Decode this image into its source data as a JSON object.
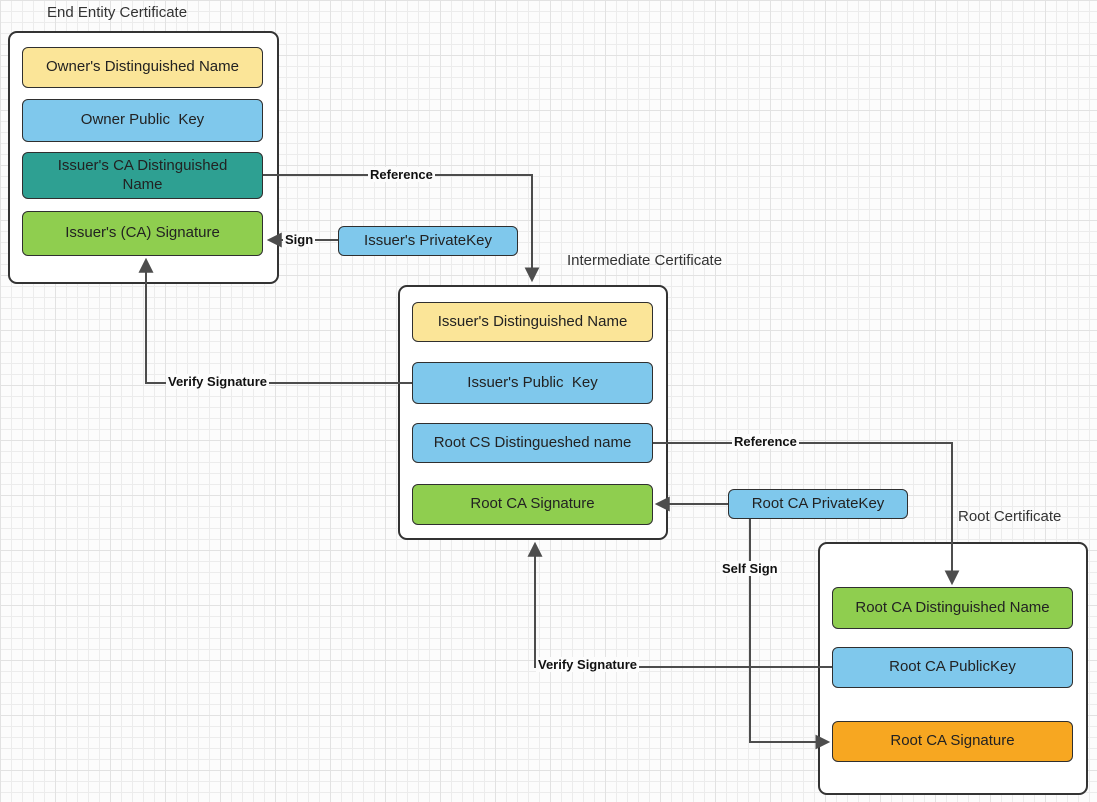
{
  "diagram": {
    "groups": [
      {
        "title": "End Entity Certificate",
        "boxes": [
          {
            "label": "Owner's Distinguished Name",
            "color": "#FBE598"
          },
          {
            "label": "Owner Public  Key",
            "color": "#7FC8EC"
          },
          {
            "label": "Issuer's CA Distinguished Name",
            "color": "#2EA092"
          },
          {
            "label": "Issuer's (CA) Signature",
            "color": "#8FCE4F"
          }
        ]
      },
      {
        "title": "Intermediate Certificate",
        "boxes": [
          {
            "label": "Issuer's Distinguished Name",
            "color": "#FBE598"
          },
          {
            "label": "Issuer's Public  Key",
            "color": "#7FC8EC"
          },
          {
            "label": "Root CS Distingueshed name",
            "color": "#7FC8EC"
          },
          {
            "label": "Root CA Signature",
            "color": "#8FCE4F"
          }
        ]
      },
      {
        "title": "Root Certificate",
        "boxes": [
          {
            "label": "Root CA Distinguished Name",
            "color": "#8FCE4F"
          },
          {
            "label": "Root CA PublicKey",
            "color": "#7FC8EC"
          },
          {
            "label": "Root CA Signature",
            "color": "#F7A721"
          }
        ]
      }
    ],
    "keys": [
      {
        "label": "Issuer's PrivateKey",
        "color": "#7FC8EC"
      },
      {
        "label": "Root CA PrivateKey",
        "color": "#7FC8EC"
      }
    ],
    "edges": [
      {
        "label": "Reference",
        "from": "Issuer's CA Distinguished Name",
        "to": "Intermediate Certificate"
      },
      {
        "label": "Sign",
        "from": "Issuer's PrivateKey",
        "to": "Issuer's (CA) Signature"
      },
      {
        "label": "Verify Signature",
        "from": "Issuer's Public  Key",
        "to": "Issuer's (CA) Signature"
      },
      {
        "label": "Reference",
        "from": "Root CS Distingueshed name",
        "to": "Root CA Distinguished Name"
      },
      {
        "label": "",
        "from": "Root CA PrivateKey",
        "to": "Root CA Signature (intermediate)"
      },
      {
        "label": "Self Sign",
        "from": "Root CA PrivateKey",
        "to": "Root CA Signature (root)"
      },
      {
        "label": "Verify Signature",
        "from": "Root CA PublicKey",
        "to": "Root CA Signature (intermediate)"
      }
    ]
  },
  "colors": {
    "yellow": "#FBE598",
    "blue": "#7FC8EC",
    "teal": "#2EA092",
    "green": "#8FCE4F",
    "orange": "#F7A721",
    "line": "#4D4D4D",
    "border": "#333333"
  }
}
